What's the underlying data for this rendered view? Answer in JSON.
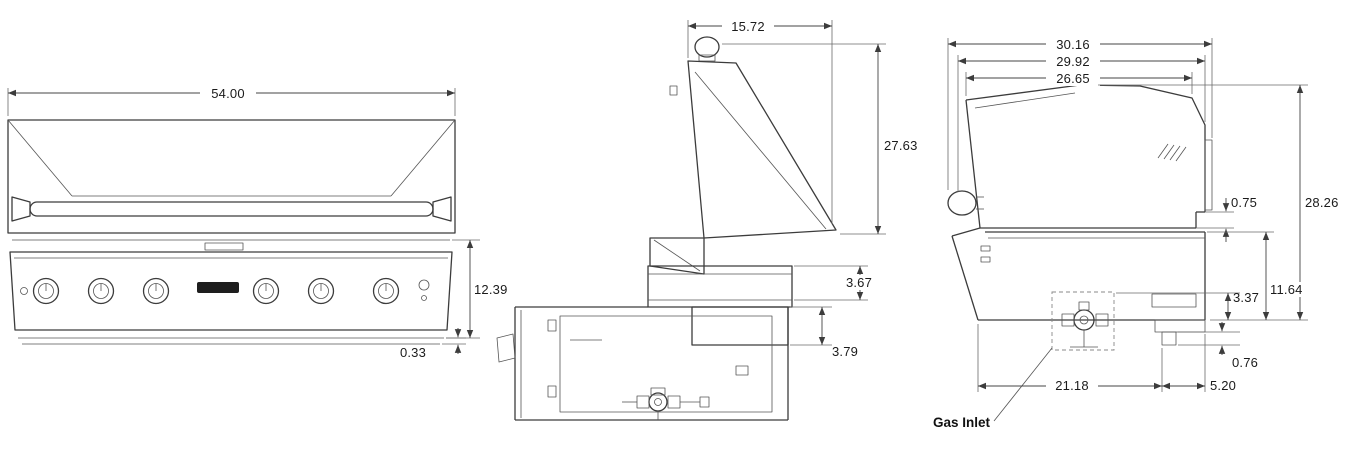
{
  "front_view": {
    "width": "54.00",
    "panel_height": "12.39",
    "bottom_lip": "0.33"
  },
  "side_open_view": {
    "hood_depth": "15.72",
    "open_height": "27.63",
    "firebox_front_height": "3.67",
    "base_step_height": "3.79"
  },
  "side_closed_view": {
    "overall_depth": "30.16",
    "mid_depth": "29.92",
    "hood_depth": "26.65",
    "hood_lip": "0.75",
    "overall_height": "28.26",
    "inlet_height": "3.37",
    "body_height": "11.64",
    "foot_height": "0.76",
    "inlet_offset": "5.20",
    "base_depth": "21.18",
    "gas_inlet_label": "Gas Inlet"
  }
}
